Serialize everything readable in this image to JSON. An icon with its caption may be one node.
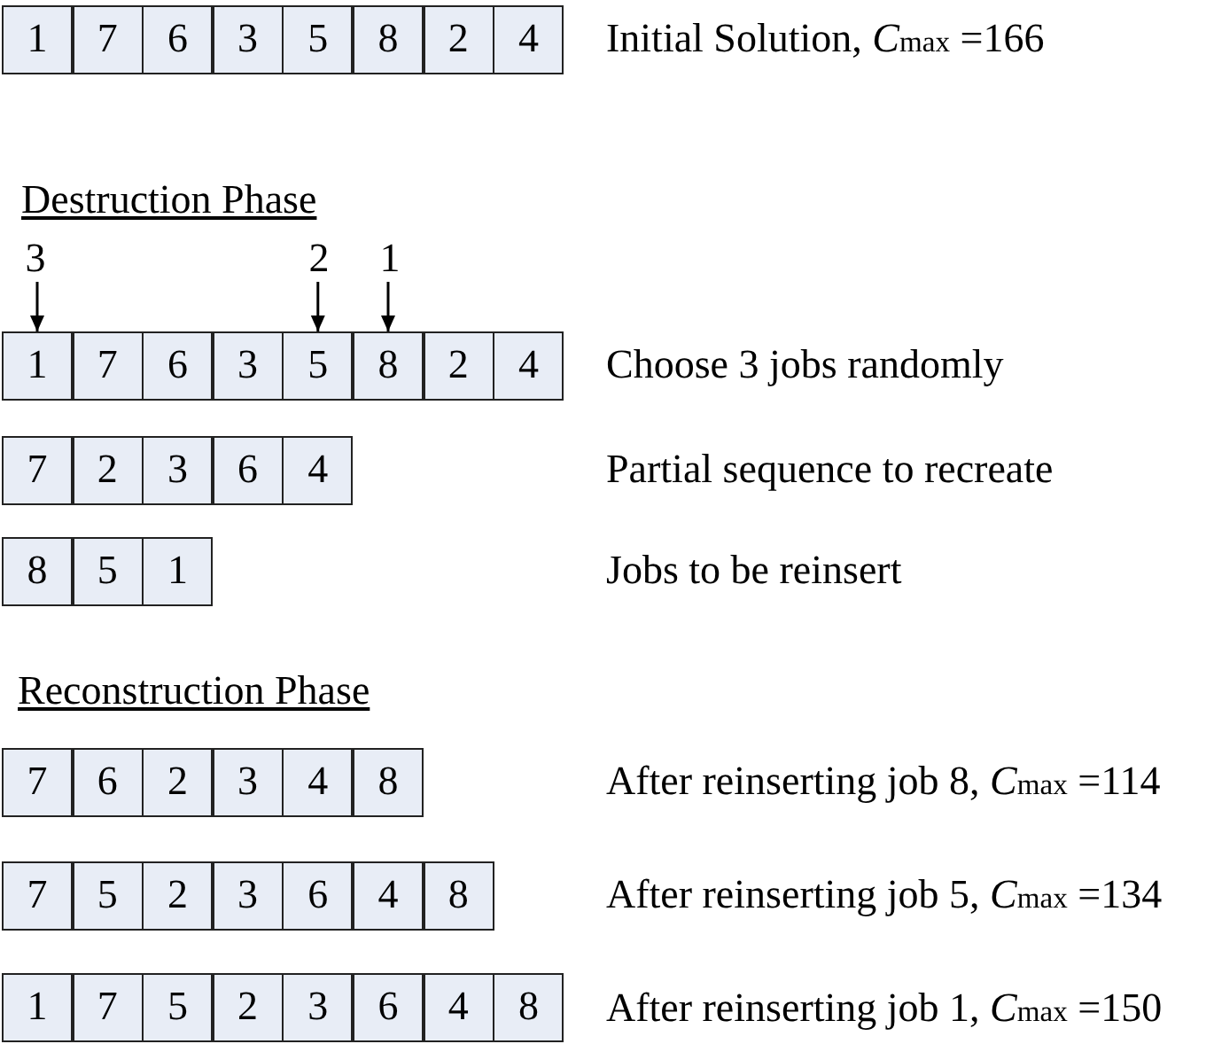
{
  "diagram": {
    "nodes": [
      {
        "text": [
          "1"
        ]
      },
      {
        "text": [
          "7"
        ]
      },
      {
        "text": [
          "6"
        ]
      },
      {
        "text": [
          "3"
        ]
      },
      {
        "text": [
          "5"
        ]
      },
      {
        "text": [
          "8"
        ]
      },
      {
        "text": [
          "2"
        ]
      },
      {
        "text": [
          "4"
        ]
      },
      {
        "text": [
          "3"
        ]
      },
      {
        "text": [
          "2"
        ]
      },
      {
        "text": [
          "1"
        ]
      },
      {
        "text": [
          "1"
        ]
      },
      {
        "text": [
          "7"
        ]
      },
      {
        "text": [
          "6"
        ]
      },
      {
        "text": [
          "3"
        ]
      },
      {
        "text": [
          "5"
        ]
      },
      {
        "text": [
          "8"
        ]
      },
      {
        "text": [
          "2"
        ]
      },
      {
        "text": [
          "4"
        ]
      },
      {
        "text": [
          "7"
        ]
      },
      {
        "text": [
          "2"
        ]
      },
      {
        "text": [
          "3"
        ]
      },
      {
        "text": [
          "6"
        ]
      },
      {
        "text": [
          "4"
        ]
      },
      {
        "text": [
          "8"
        ]
      },
      {
        "text": [
          "5"
        ]
      },
      {
        "text": [
          "1"
        ]
      },
      {
        "text": [
          "7"
        ]
      },
      {
        "text": [
          "6"
        ]
      },
      {
        "text": [
          "2"
        ]
      },
      {
        "text": [
          "3"
        ]
      },
      {
        "text": [
          "4"
        ]
      },
      {
        "text": [
          "8"
        ]
      },
      {
        "text": [
          "7"
        ]
      },
      {
        "text": [
          "5"
        ]
      },
      {
        "text": [
          "2"
        ]
      },
      {
        "text": [
          "3"
        ]
      },
      {
        "text": [
          "6"
        ]
      },
      {
        "text": [
          "4"
        ]
      },
      {
        "text": [
          "8"
        ]
      },
      {
        "text": [
          "1"
        ]
      },
      {
        "text": [
          "7"
        ]
      },
      {
        "text": [
          "5"
        ]
      },
      {
        "text": [
          "2"
        ]
      },
      {
        "text": [
          "3"
        ]
      },
      {
        "text": [
          "6"
        ]
      },
      {
        "text": [
          "4"
        ]
      },
      {
        "text": [
          "8"
        ]
      }
    ],
    "edges": [
      {
        "from": 8,
        "to": 11,
        "arrow": "to"
      },
      {
        "from": 9,
        "to": 15,
        "arrow": "to"
      },
      {
        "from": 10,
        "to": 16,
        "arrow": "to"
      }
    ],
    "labels": [
      "Initial Solution, *C*$_{max}$ =166",
      "Destruction Phase",
      "Choose 3 jobs randomly",
      "Partial sequence to recreate",
      "Jobs to be reinsert",
      "Reconstruction Phase",
      "After reinserting job 8, *C*$_{max}$ =114",
      "After reinserting job 5, *C*$_{max}$ =134",
      "After reinserting job 1, *C*$_{max}$ =150"
    ]
  }
}
